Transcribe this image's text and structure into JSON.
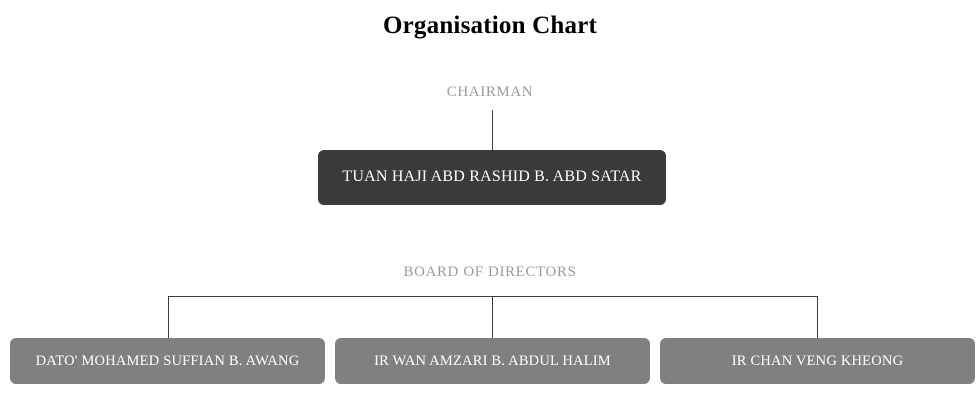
{
  "chart_data": {
    "type": "diagram",
    "diagram_kind": "organisation-chart",
    "title": "Organisation Chart",
    "levels": [
      {
        "label": "CHAIRMAN",
        "nodes": [
          {
            "name": "TUAN HAJI ABD RASHID B. ABD SATAR",
            "box_color": "#3a3a3a",
            "text_color": "#ffffff"
          }
        ]
      },
      {
        "label": "BOARD OF DIRECTORS",
        "nodes": [
          {
            "name": "DATO' MOHAMED SUFFIAN B. AWANG",
            "box_color": "#808080",
            "text_color": "#ffffff"
          },
          {
            "name": "IR WAN AMZARI B. ABDUL HALIM",
            "box_color": "#808080",
            "text_color": "#ffffff"
          },
          {
            "name": "IR CHAN VENG KHEONG",
            "box_color": "#808080",
            "text_color": "#ffffff"
          }
        ]
      }
    ],
    "connectors": [
      {
        "from": "CHAIRMAN",
        "to": "TUAN HAJI ABD RASHID B. ABD SATAR",
        "style": "vertical"
      },
      {
        "from": "BOARD OF DIRECTORS",
        "to": "DATO' MOHAMED SUFFIAN B. AWANG",
        "style": "elbow"
      },
      {
        "from": "BOARD OF DIRECTORS",
        "to": "IR WAN AMZARI B. ABDUL HALIM",
        "style": "vertical"
      },
      {
        "from": "BOARD OF DIRECTORS",
        "to": "IR CHAN VENG KHEONG",
        "style": "elbow"
      }
    ],
    "colors": {
      "background": "#ffffff",
      "title": "#000000",
      "section_label": "#9b9b9b",
      "connector": "#3d3d3d",
      "chairman_box": "#3a3a3a",
      "director_box": "#808080"
    }
  }
}
